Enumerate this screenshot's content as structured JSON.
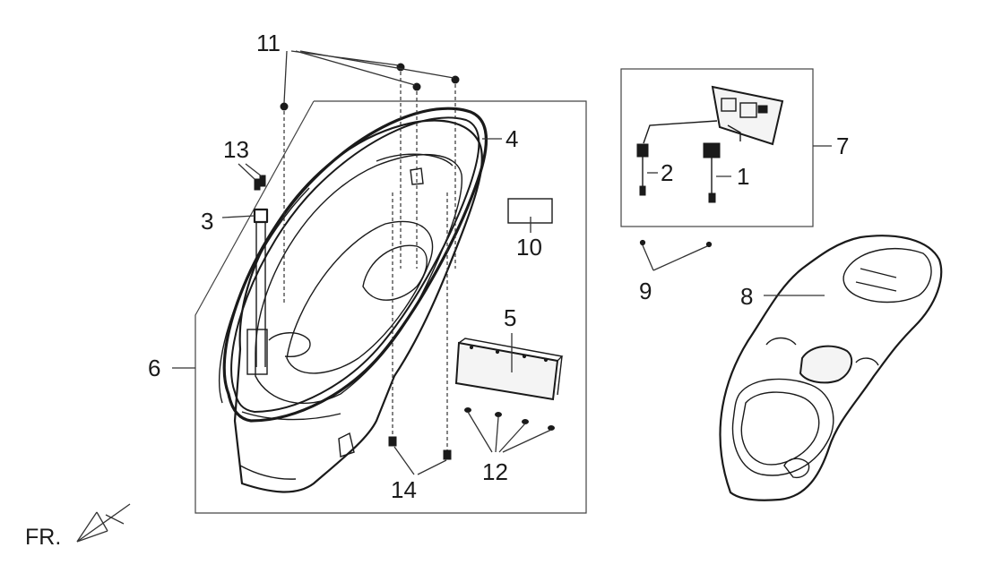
{
  "callouts": {
    "c1": "1",
    "c2": "2",
    "c3": "3",
    "c4": "4",
    "c5": "5",
    "c6": "6",
    "c7": "7",
    "c8": "8",
    "c9": "9",
    "c10": "10",
    "c11": "11",
    "c12": "12",
    "c13": "13",
    "c14": "14"
  },
  "front_label": "FR."
}
